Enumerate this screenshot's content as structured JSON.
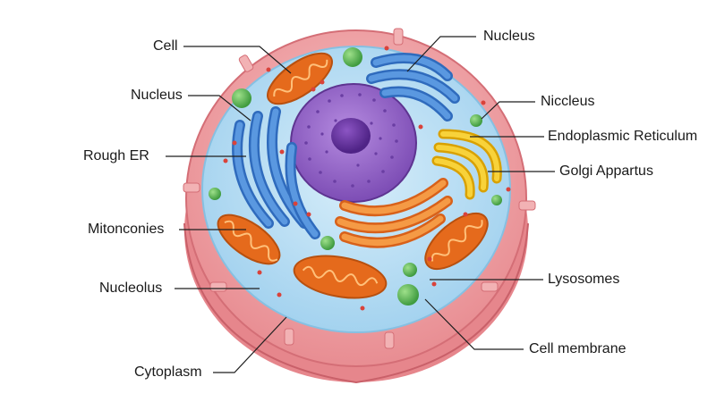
{
  "labels": {
    "cell": "Cell",
    "nucleus_left": "Nucleus",
    "rough_er": "Rough ER",
    "mitonconies": "Mitonconies",
    "nucleolus": "Nucleolus",
    "cytoplasm": "Cytoplasm",
    "nucleus_right": "Nucleus",
    "niccleus": "Niccleus",
    "endoplasmic_reticulum": "Endoplasmic Reticulum",
    "golgi": "Golgi Appartus",
    "lysosomes": "Lysosomes",
    "cell_membrane": "Cell membrane"
  },
  "colors": {
    "membrane": "#f3a6a8",
    "cytoplasm": "#bfe3f5",
    "nucleus": "#9b6ac9",
    "nucleolus": "#6b3aa0",
    "mitochondria": "#ef7b2a",
    "rough_er": "#3f7fd0",
    "golgi": "#f6c21c",
    "vesicle": "#5cb85c"
  }
}
